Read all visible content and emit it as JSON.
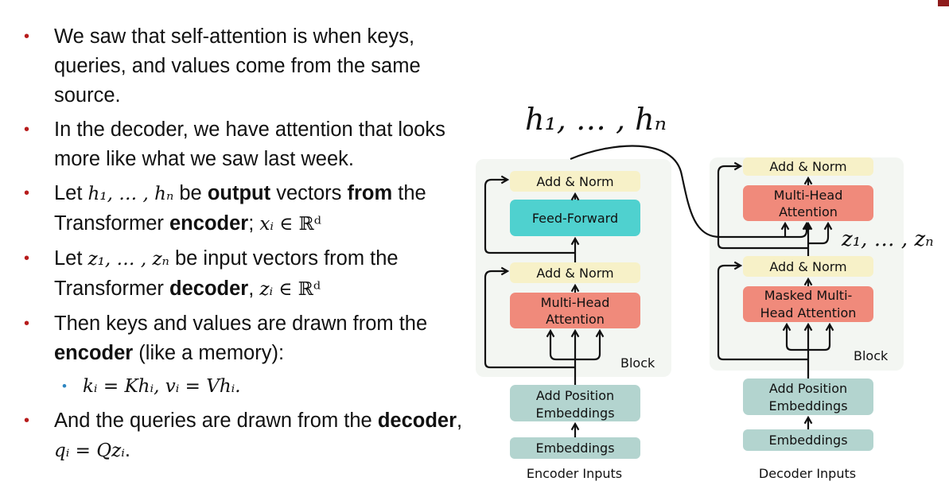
{
  "bullets": [
    {
      "text": "We saw that self-attention is when keys, queries, and values come from the same source."
    },
    {
      "text": "In the decoder, we have attention that looks more like what we saw last week."
    },
    {
      "lead": "Let ",
      "m1": "h₁, … , hₙ",
      "mid1": " be ",
      "b1": "output",
      "mid2": " vectors ",
      "b2": "from",
      "mid3": " the Transformer ",
      "b3": "encoder",
      "mid4": ";  ",
      "m2": "xᵢ ∈ ",
      "rd": "ℝᵈ"
    },
    {
      "lead": "Let ",
      "m1": "z₁, … , zₙ",
      "mid1": " be input vectors from the Transformer ",
      "b1": "decoder",
      "mid2": ", ",
      "m2": "zᵢ ∈ ",
      "rd": "ℝᵈ"
    },
    {
      "lead": "Then keys and values are drawn from the ",
      "b1": "encoder",
      "tail": " (like a memory):"
    },
    {
      "m1": "kᵢ = Khᵢ, vᵢ = Vhᵢ."
    },
    {
      "lead": "And the queries are drawn from the ",
      "b1": "decoder",
      "mid1": ", ",
      "m1": "qᵢ = Qzᵢ",
      "tail": "."
    }
  ],
  "diagram": {
    "h_label": "h₁, … , hₙ",
    "z_label": "z₁, … , zₙ",
    "encoder": {
      "add_norm_top": "Add & Norm",
      "feed_forward": "Feed-Forward",
      "add_norm_bottom": "Add & Norm",
      "attention_l1": "Multi-Head",
      "attention_l2": "Attention",
      "block": "Block",
      "pos_l1": "Add Position",
      "pos_l2": "Embeddings",
      "embeddings": "Embeddings",
      "inputs": "Encoder Inputs"
    },
    "decoder": {
      "add_norm_top": "Add & Norm",
      "cross_l1": "Multi-Head",
      "cross_l2": "Attention",
      "add_norm_bottom": "Add & Norm",
      "masked_l1": "Masked Multi-",
      "masked_l2": "Head Attention",
      "block": "Block",
      "pos_l1": "Add Position",
      "pos_l2": "Embeddings",
      "embeddings": "Embeddings",
      "inputs": "Decoder Inputs"
    },
    "colors": {
      "add_norm": "#f7f1c8",
      "feed_forward": "#4fd1cf",
      "attention": "#f08a7b",
      "embedding": "#b3d4cf",
      "block_panel": "#f3f6f2",
      "bullet": "#b71c1c",
      "sub_bullet": "#2e86c1",
      "accent": "#8e1b1b"
    }
  }
}
